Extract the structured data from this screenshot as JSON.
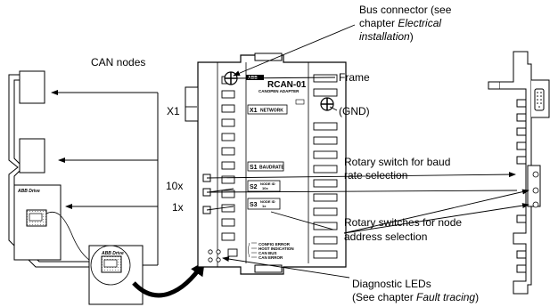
{
  "labels": {
    "can_nodes": "CAN nodes",
    "bus_connector_1": "Bus connector (see",
    "bus_connector_2": "chapter ",
    "bus_connector_2i": "Electrical",
    "bus_connector_3i": "installation",
    "bus_connector_3": ")",
    "frame": "Frame",
    "gnd": "(GND)",
    "x1": "X1",
    "ten_x": "10x",
    "one_x": "1x",
    "baud_1": "Rotary switch for baud",
    "baud_2": "rate selection",
    "node_1": "Rotary switches for node",
    "node_2": "address selection",
    "diag_1": "Diagnostic LEDs",
    "diag_2": "(See chapter ",
    "diag_2i": "Fault tracing",
    "diag_3": ")"
  },
  "module": {
    "brand": "ABB",
    "name": "RCAN-01",
    "subtitle": "CANOPEN ADAPTER",
    "x1": "X1",
    "network": "NETWORK",
    "s1": "S1",
    "baudrate": "BAUDRATE",
    "s2": "S2",
    "node_id_10": "NODE ID",
    "s2_sub": "10x",
    "s3": "S3",
    "node_id_1": "NODE ID",
    "s3_sub": "1x",
    "led_config": "CONFIG ERROR",
    "led_host": "HOST INDICATION",
    "led_can": "CAN BUS",
    "led_err": "CAN ERROR"
  },
  "drives": {
    "label1": "ABB Drive",
    "label2": "ABB Drive"
  }
}
